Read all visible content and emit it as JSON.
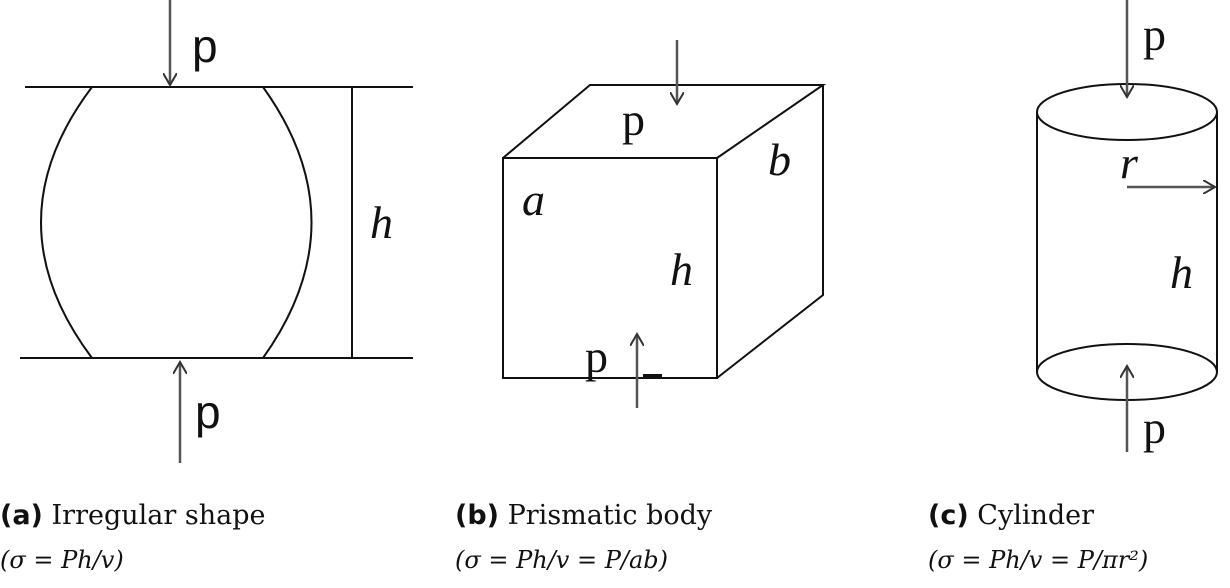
{
  "figures": [
    {
      "id": "a",
      "tag": "(a)",
      "title": "Irregular shape",
      "formula": "(σ = Ph/v)",
      "labels": {
        "load_top": "p",
        "load_bottom": "p",
        "height": "h"
      }
    },
    {
      "id": "b",
      "tag": "(b)",
      "title": "Prismatic body",
      "formula": "(σ = Ph/v = P/ab)",
      "labels": {
        "load_top": "p",
        "load_bottom": "p",
        "side_a": "a",
        "side_b": "b",
        "height": "h"
      }
    },
    {
      "id": "c",
      "tag": "(c)",
      "title": "Cylinder",
      "formula": "(σ = Ph/v = P/πr²)",
      "labels": {
        "load_top": "p",
        "load_bottom": "p",
        "radius": "r",
        "height": "h"
      }
    }
  ]
}
